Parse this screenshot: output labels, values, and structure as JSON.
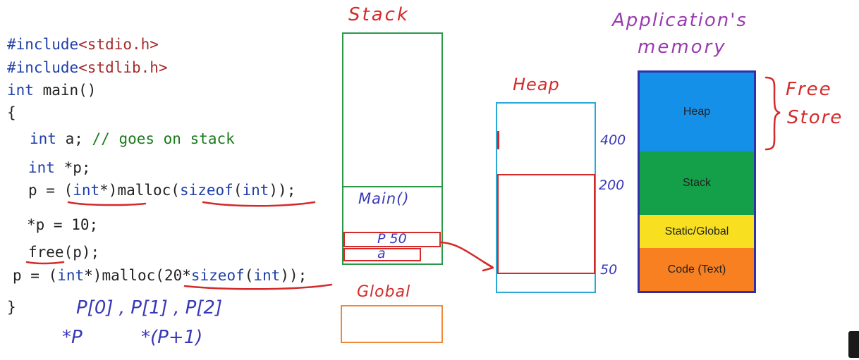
{
  "code": {
    "include1_kw": "#include",
    "include1_hdr": "<stdio.h>",
    "include2_kw": "#include",
    "include2_hdr": "<stdlib.h>",
    "main_kw": "int",
    "main_rest": " main()",
    "open_brace": "{",
    "decl_a_kw": "int",
    "decl_a_rest": " a; ",
    "decl_a_comment": "// goes on stack",
    "decl_p_kw": "int",
    "decl_p_rest": " *p;",
    "malloc1_a": "p = (",
    "malloc1_b": "int",
    "malloc1_c": "*)malloc(",
    "malloc1_d": "sizeof",
    "malloc1_e": "(",
    "malloc1_f": "int",
    "malloc1_g": "));",
    "assign": "*p = 10;",
    "free_fn": "free",
    "free_rest": "(p);",
    "malloc2_a": "p = (",
    "malloc2_b": "int",
    "malloc2_c": "*)malloc(20*",
    "malloc2_d": "sizeof",
    "malloc2_e": "(",
    "malloc2_f": "int",
    "malloc2_g": "));",
    "close_brace": "}"
  },
  "notes": {
    "index_line": "P[0] , P[1] , P[2]",
    "deref_p": "*P",
    "deref_p1": "*(P+1)"
  },
  "stack": {
    "title": "Stack",
    "frame_label": "Main()",
    "var_p": "P 50",
    "var_a": "a"
  },
  "global": {
    "title": "Global"
  },
  "heap": {
    "title": "Heap",
    "addr_400": "400",
    "addr_200": "200",
    "addr_50": "50"
  },
  "app_memory": {
    "title_line1": "Application's",
    "title_line2": "memory",
    "segments": [
      "Heap",
      "Stack",
      "Static/Global",
      "Code (Text)"
    ],
    "free_store_line1": "Free",
    "free_store_line2": "Store"
  },
  "colors": {
    "stack_border": "#2a9a4a",
    "global_border": "#f0883c",
    "heap_border": "#2aa8d8",
    "ink_red": "#d42a2a",
    "ink_blue": "#3838b8",
    "app_heap": "#1590e8",
    "app_stack": "#14a048",
    "app_static": "#f8e020",
    "app_code": "#f88020",
    "app_border": "#3030a8"
  }
}
